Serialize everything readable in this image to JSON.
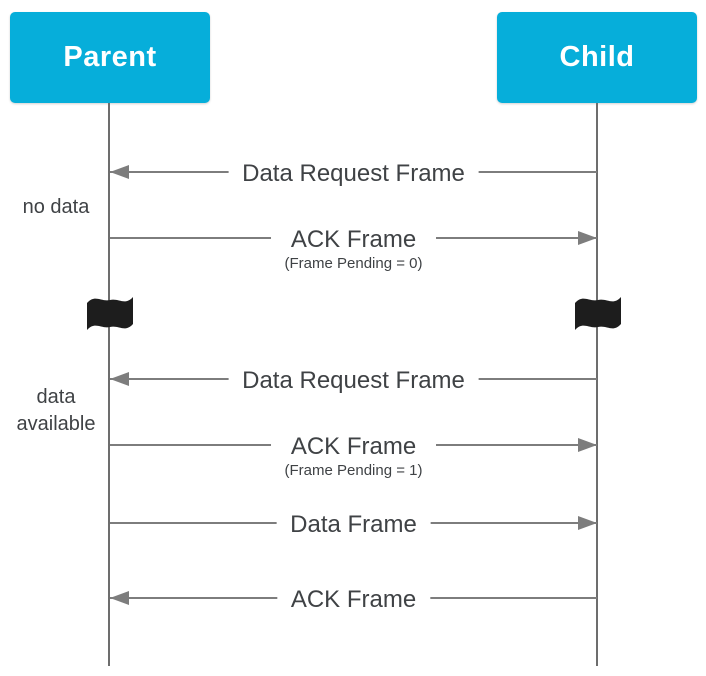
{
  "actors": [
    {
      "label": "Parent"
    },
    {
      "label": "Child"
    }
  ],
  "messages": [
    {
      "label": "Data Request Frame",
      "direction": "child-to-parent"
    },
    {
      "label": "ACK Frame",
      "sublabel": "(Frame Pending = 0)",
      "direction": "parent-to-child"
    },
    {
      "label": "Data Request Frame",
      "direction": "child-to-parent"
    },
    {
      "label": "ACK Frame",
      "sublabel": "(Frame Pending = 1)",
      "direction": "parent-to-child"
    },
    {
      "label": "Data Frame",
      "direction": "parent-to-child"
    },
    {
      "label": "ACK Frame",
      "direction": "child-to-parent"
    }
  ],
  "side_notes": [
    {
      "text": "no data"
    },
    {
      "text": "data available"
    }
  ],
  "icons": {
    "flag_left": "flag-icon",
    "flag_right": "flag-icon"
  },
  "colors": {
    "actor_fill": "#06aeda",
    "actor_text": "#ffffff",
    "arrow": "#7d7d7d",
    "lifeline": "#6d6d6d",
    "text": "#3f4245",
    "flag": "#1d1d1d",
    "background": "#ffffff"
  }
}
